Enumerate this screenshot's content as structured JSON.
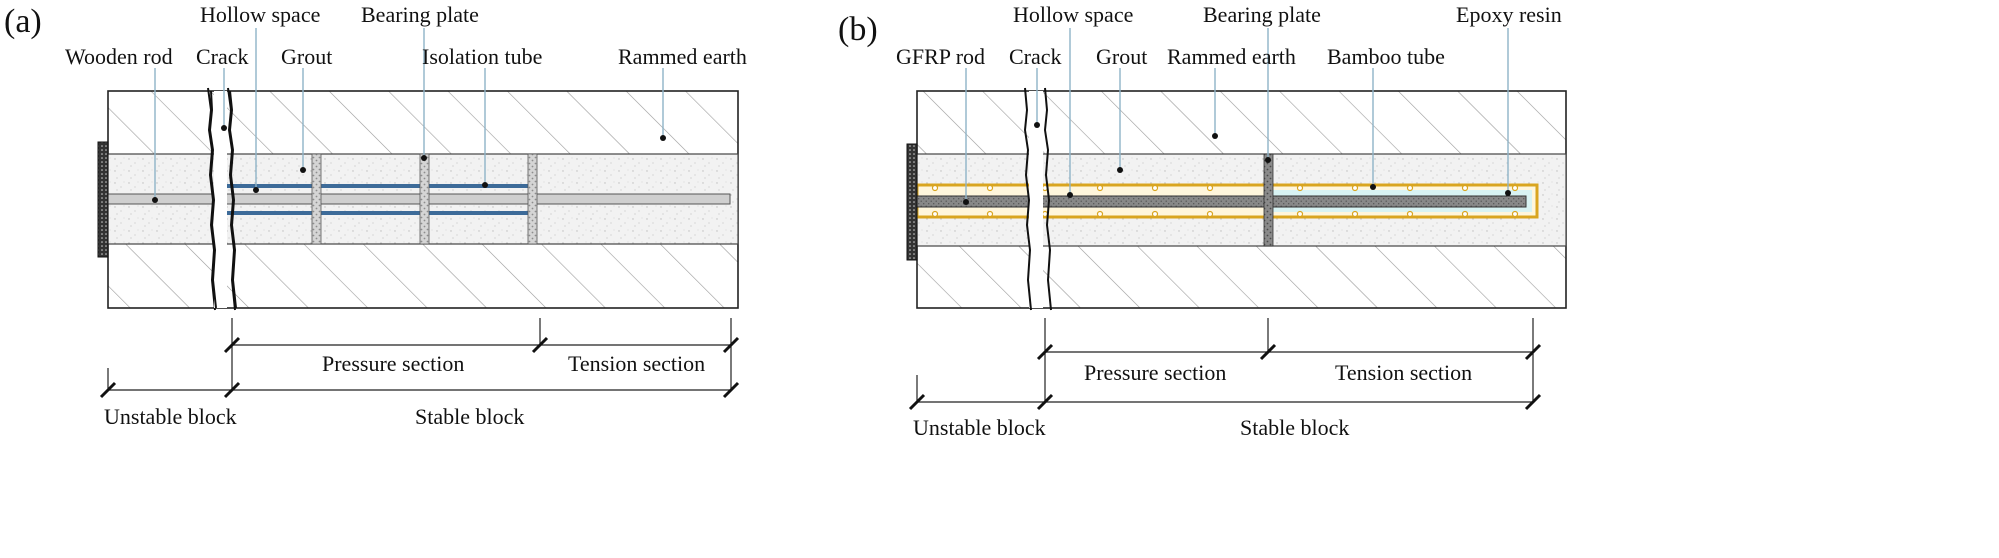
{
  "panels": {
    "a": {
      "tag": "(a)",
      "labels": {
        "rod": "Wooden rod",
        "crack": "Crack",
        "hollow": "Hollow space",
        "grout": "Grout",
        "bearing": "Bearing plate",
        "isolation": "Isolation tube",
        "earth": "Rammed earth"
      },
      "sections": {
        "pressure": "Pressure section",
        "tension": "Tension section",
        "unstable": "Unstable block",
        "stable": "Stable block"
      }
    },
    "b": {
      "tag": "(b)",
      "labels": {
        "rod": "GFRP rod",
        "crack": "Crack",
        "hollow": "Hollow space",
        "grout": "Grout",
        "earth": "Rammed earth",
        "bearing": "Bearing plate",
        "bamboo": "Bamboo tube",
        "epoxy": "Epoxy resin"
      },
      "sections": {
        "pressure": "Pressure section",
        "tension": "Tension section",
        "unstable": "Unstable block",
        "stable": "Stable block"
      }
    }
  },
  "colors": {
    "line": "#222222",
    "leader": "#8fb3c7",
    "isolation_tube": "#3d6b99",
    "bamboo_tube": "#d9a520",
    "epoxy": "#d8f3f3",
    "rod_a": "#cfcfcf",
    "rod_b": "#8a8a8a",
    "grout": "#f3f3f3"
  }
}
